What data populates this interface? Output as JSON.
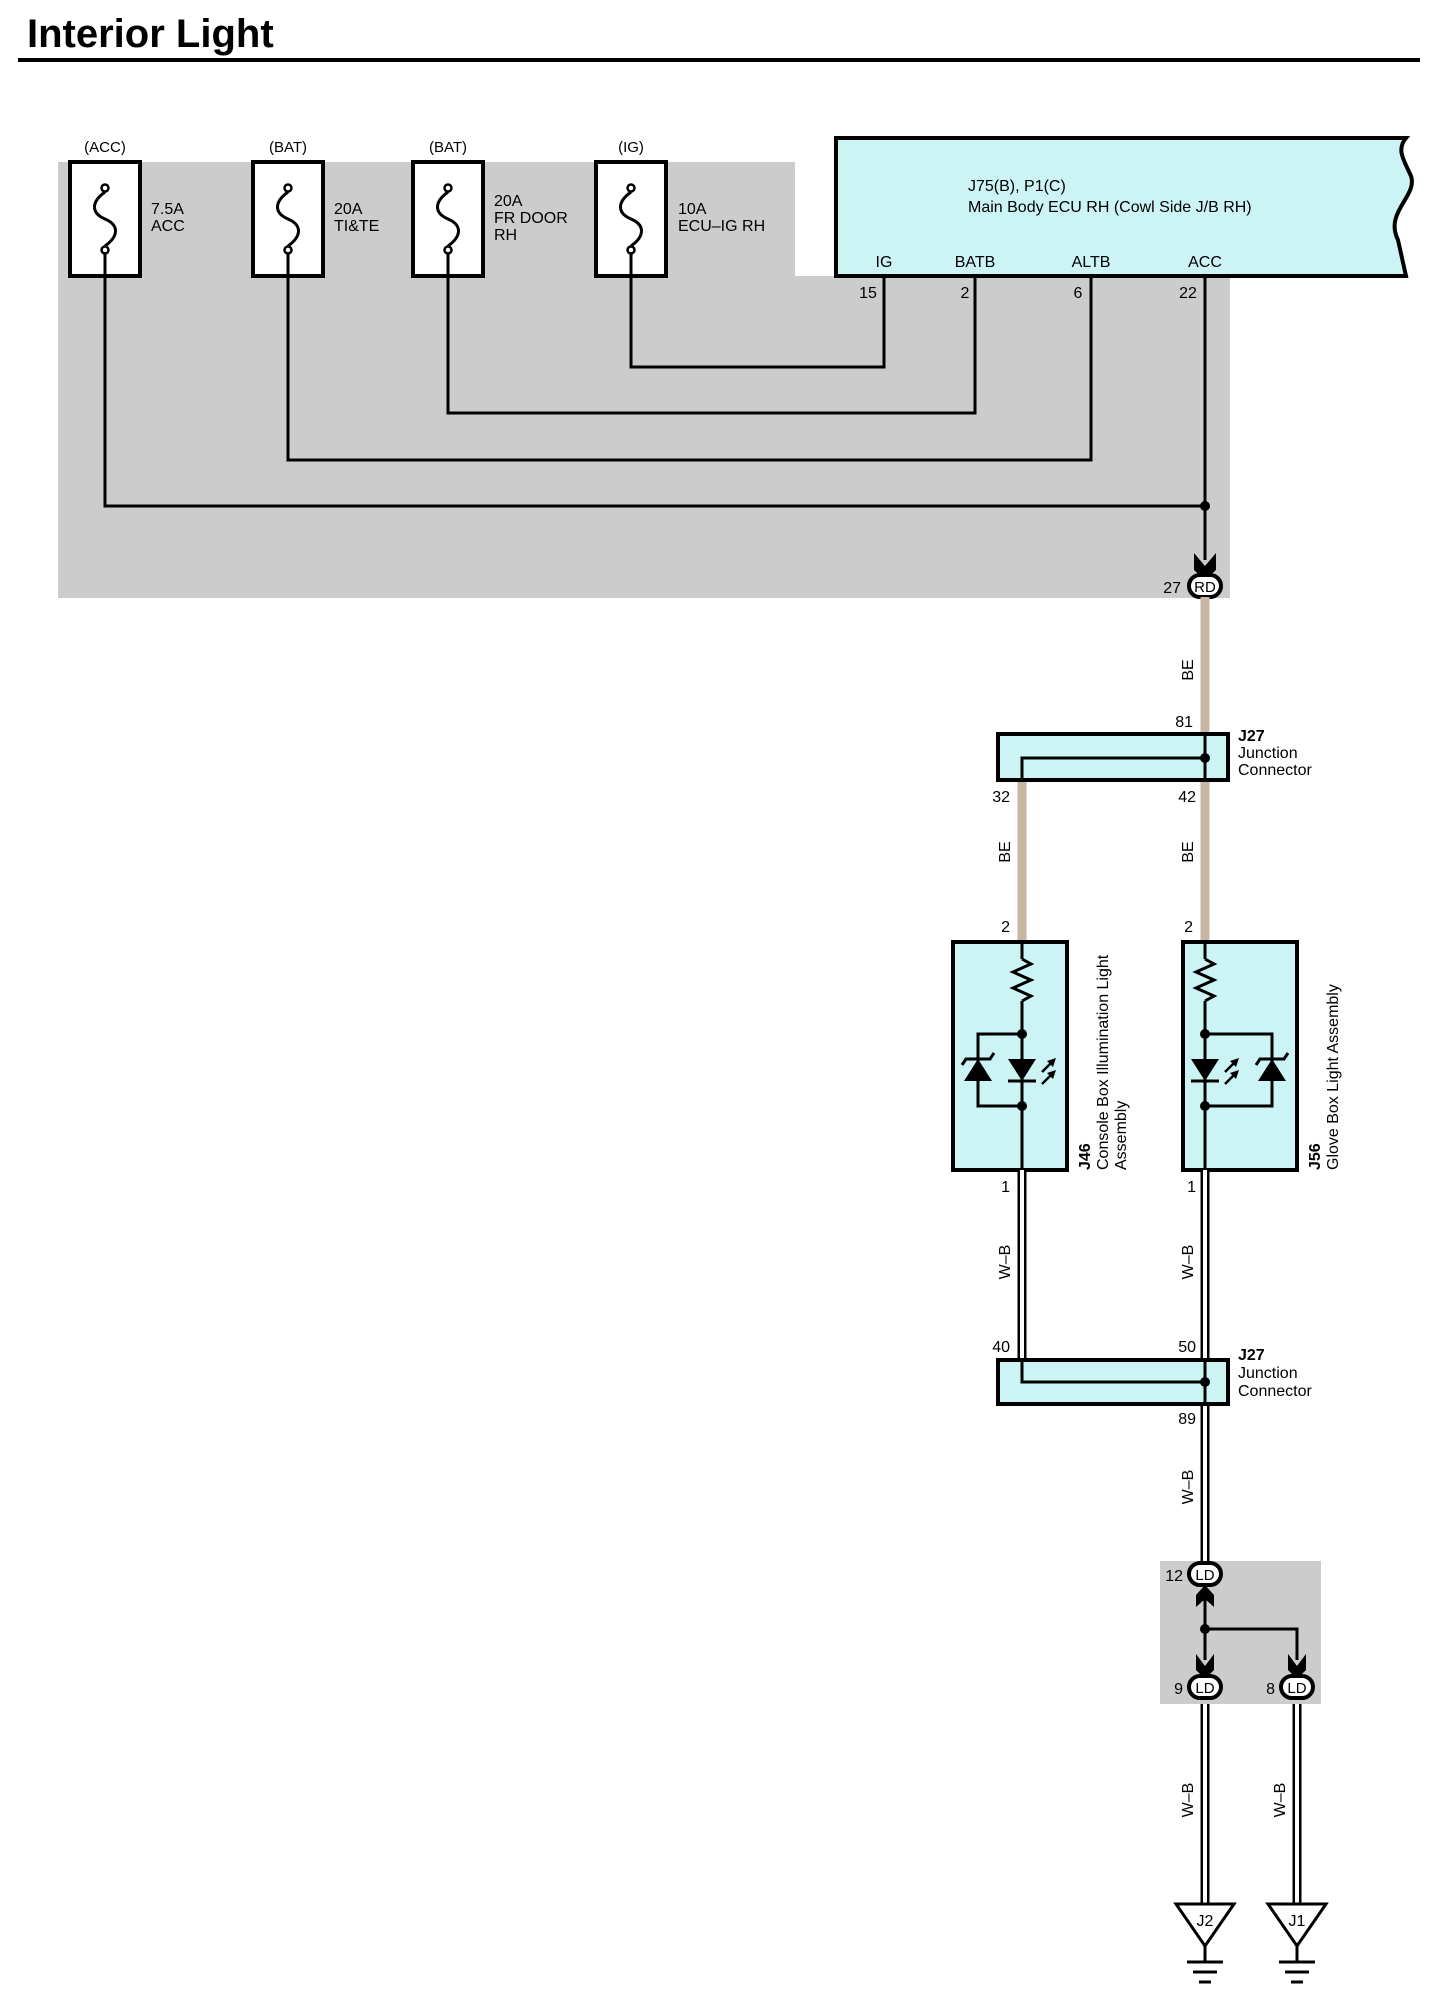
{
  "title": "Interior Light",
  "colors": {
    "ecu_fill": "#ccf4f5",
    "junction_block_fill": "#cccccc",
    "wire_be": "#c6b6a4",
    "wire_wb": "#ffffff"
  },
  "fuses": [
    {
      "source": "(ACC)",
      "rating": "7.5A",
      "line2": "ACC",
      "line3": ""
    },
    {
      "source": "(BAT)",
      "rating": "20A",
      "line2": "TI&TE",
      "line3": ""
    },
    {
      "source": "(BAT)",
      "rating": "20A",
      "line2": "FR DOOR",
      "line3": "RH"
    },
    {
      "source": "(IG)",
      "rating": "10A",
      "line2": "ECU–IG RH",
      "line3": ""
    }
  ],
  "ecu": {
    "code": "J75(B), P1(C)",
    "name": "Main Body ECU RH (Cowl Side J/B RH)",
    "pins": [
      {
        "label": "IG",
        "num": "15"
      },
      {
        "label": "BATB",
        "num": "2"
      },
      {
        "label": "ALTB",
        "num": "6"
      },
      {
        "label": "ACC",
        "num": "22"
      }
    ]
  },
  "connector_rd": {
    "pin": "27",
    "code": "RD"
  },
  "wire_colors": {
    "be": "BE",
    "wb": "W–B"
  },
  "junction_top": {
    "code": "J27",
    "line1": "Junction",
    "line2": "Connector",
    "pin_in": "81",
    "pin_left": "32",
    "pin_right": "42"
  },
  "junction_bottom": {
    "code": "J27",
    "line1": "Junction",
    "line2": "Connector",
    "pin_left": "40",
    "pin_right": "50",
    "pin_out": "89"
  },
  "console_light": {
    "code": "J46",
    "line1": "Console Box Illumination Light",
    "line2": "Assembly",
    "pin_top": "2",
    "pin_bottom": "1"
  },
  "glove_light": {
    "code": "J56",
    "line1": "Glove Box Light Assembly",
    "pin_top": "2",
    "pin_bottom": "1"
  },
  "ld_connectors": [
    {
      "pin": "12",
      "code": "LD"
    },
    {
      "pin": "9",
      "code": "LD"
    },
    {
      "pin": "8",
      "code": "LD"
    }
  ],
  "grounds": [
    {
      "code": "J2"
    },
    {
      "code": "J1"
    }
  ]
}
